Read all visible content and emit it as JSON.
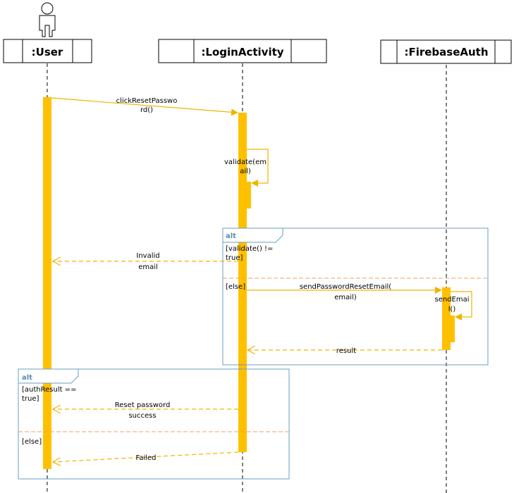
{
  "colors": {
    "activation": "#ffc000",
    "message": "#f0b400",
    "fragment_border": "#6a9fc0",
    "fragment_title": "#5a8db0",
    "separator": "#f0a060",
    "lifeline": "#000000"
  },
  "lifelines": [
    {
      "label": ":User"
    },
    {
      "label": ":LoginActivity"
    },
    {
      "label": ":FirebaseAuth"
    }
  ],
  "messages": {
    "m1": [
      "clickResetPasswo",
      "rd()"
    ],
    "m2": [
      "validate(em",
      "ail)"
    ],
    "m3": [
      "Invalid",
      "email"
    ],
    "m4": [
      "sendPasswordResetEmail(",
      "email)"
    ],
    "m5": [
      "sendEmai",
      "l()"
    ],
    "m6": [
      "result"
    ],
    "m7": [
      "Reset password",
      "success"
    ],
    "m8": [
      "Failed"
    ]
  },
  "fragments": {
    "alt1": {
      "title": "alt",
      "guard1": [
        "[validate() !=",
        "true]"
      ],
      "guard2": [
        "[else]"
      ]
    },
    "alt2": {
      "title": "alt",
      "guard1": [
        "[authResult ==",
        "true]"
      ],
      "guard2": [
        "[else]"
      ]
    }
  }
}
